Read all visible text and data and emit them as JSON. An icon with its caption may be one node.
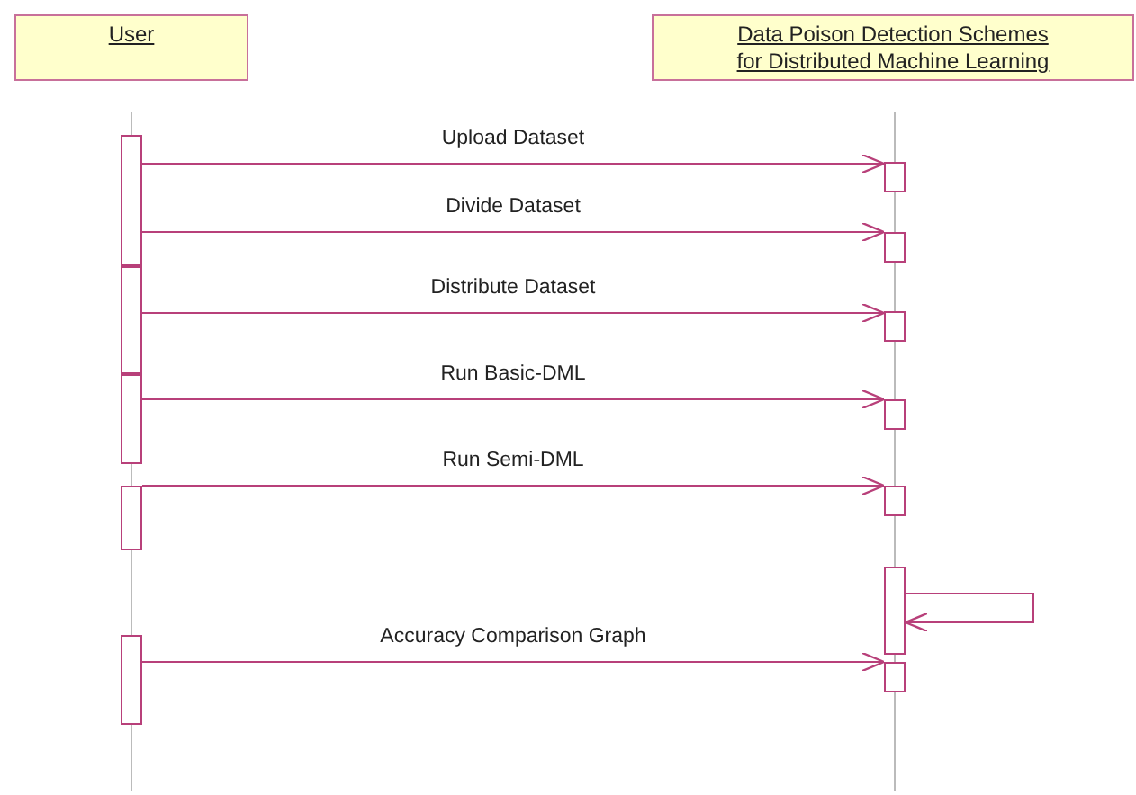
{
  "diagram": {
    "nodes": [
      {
        "text": [
          "User"
        ]
      },
      {
        "text": [
          "Data Poison Detection Schemes for Distributed Machine Learning"
        ]
      },
      {
        "text": [],
        "shape": "bar"
      },
      {
        "text": [],
        "shape": "bar"
      },
      {
        "text": [],
        "shape": "bar"
      },
      {
        "text": [],
        "shape": "bar"
      },
      {
        "text": [],
        "shape": "bar"
      },
      {
        "text": [],
        "shape": "bar"
      },
      {
        "text": [],
        "shape": "bar"
      },
      {
        "text": [],
        "shape": "bar"
      },
      {
        "text": [],
        "shape": "bar"
      },
      {
        "text": [],
        "shape": "bar"
      },
      {
        "text": [],
        "shape": "bar"
      },
      {
        "text": [],
        "shape": "bar"
      }
    ],
    "edges": [
      {
        "from": 2,
        "to": 7,
        "arrow": "to",
        "label": "Upload Dataset"
      },
      {
        "from": 2,
        "to": 8,
        "arrow": "to",
        "label": "Divide Dataset"
      },
      {
        "from": 3,
        "to": 9,
        "arrow": "to",
        "label": "Distribute Dataset"
      },
      {
        "from": 4,
        "to": 10,
        "arrow": "to",
        "label": "Run Basic-DML"
      },
      {
        "from": 5,
        "to": 11,
        "arrow": "to",
        "label": "Run Semi-DML"
      },
      {
        "from": 12,
        "to": 12,
        "arrow": "to"
      },
      {
        "from": 6,
        "to": 13,
        "arrow": "to",
        "label": "Accuracy Comparison Graph"
      }
    ]
  }
}
